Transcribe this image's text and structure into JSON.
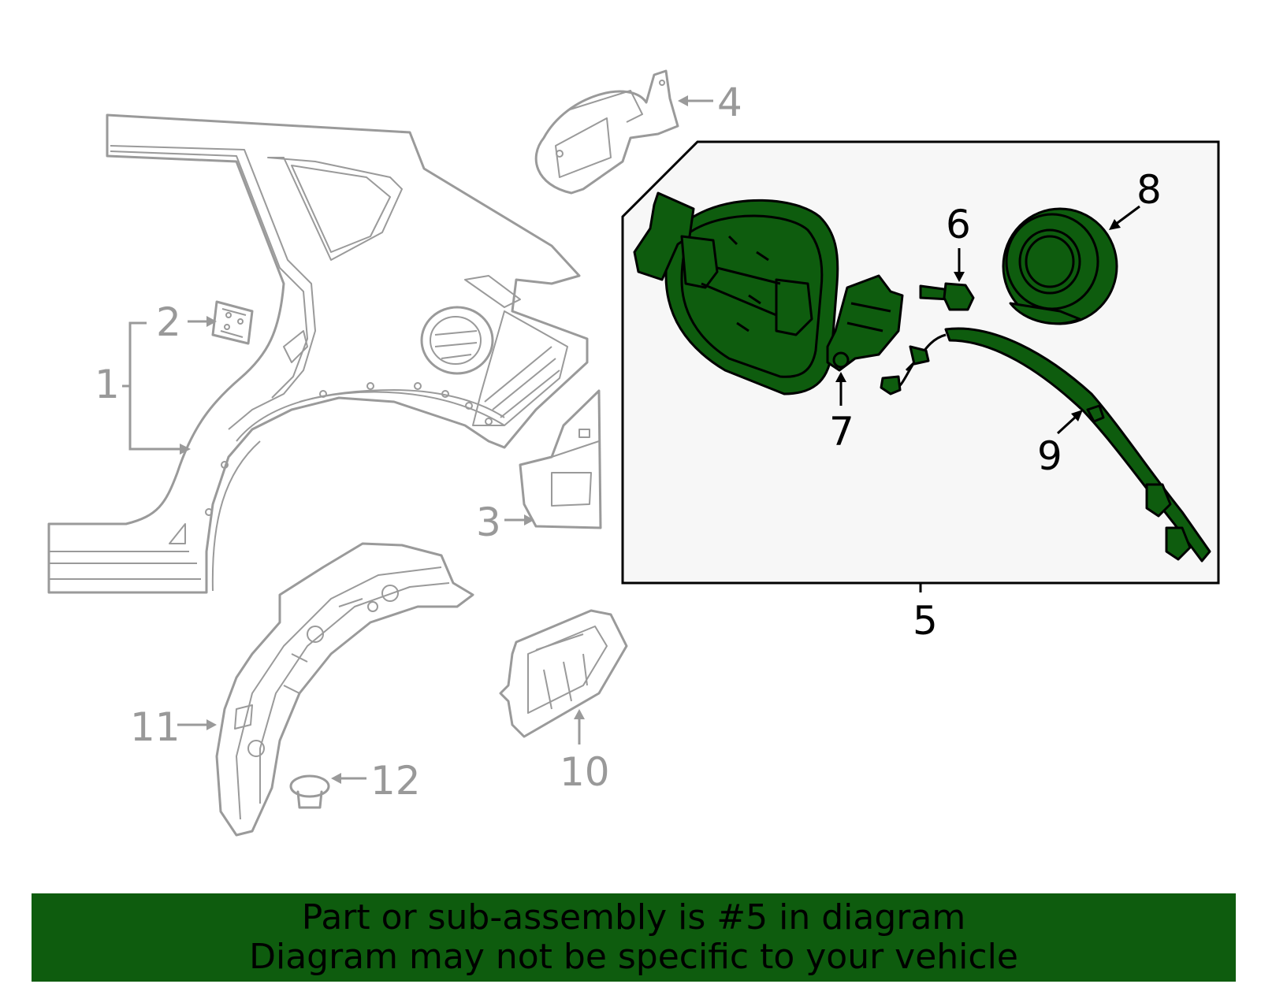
{
  "callouts": {
    "c1": "1",
    "c2": "2",
    "c3": "3",
    "c4": "4",
    "c5": "5",
    "c6": "6",
    "c7": "7",
    "c8": "8",
    "c9": "9",
    "c10": "10",
    "c11": "11",
    "c12": "12"
  },
  "banner": {
    "line1": "Part or sub-assembly is #5 in diagram",
    "line2": "Diagram may not be specific to your vehicle"
  },
  "colors": {
    "highlight": "#0e5c0e",
    "outline_gray": "#9a9a9a",
    "inset_background": "#f7f7f7"
  }
}
